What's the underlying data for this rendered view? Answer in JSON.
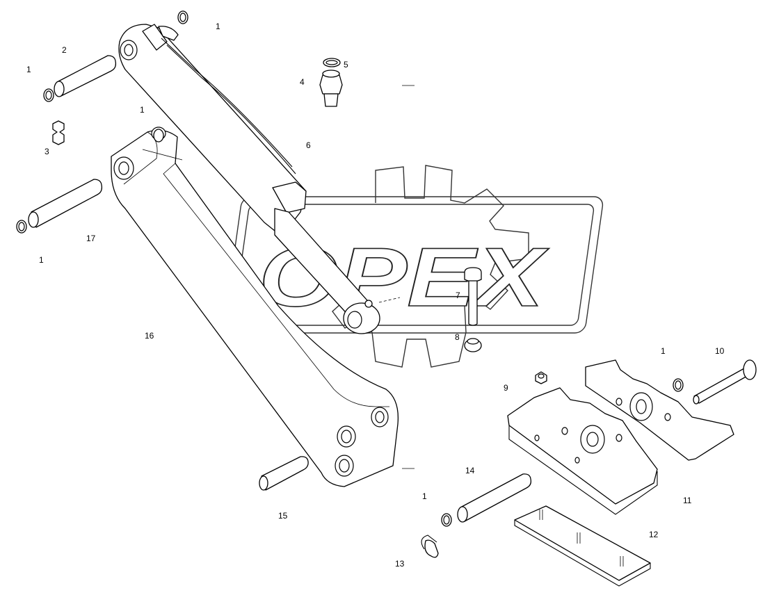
{
  "watermark": {
    "text": "OPEX"
  },
  "callouts": [
    {
      "id": "c1a",
      "text": "1"
    },
    {
      "id": "c2",
      "text": "2"
    },
    {
      "id": "c1b",
      "text": "1"
    },
    {
      "id": "c5",
      "text": "5"
    },
    {
      "id": "c4",
      "text": "4"
    },
    {
      "id": "c1c",
      "text": "1"
    },
    {
      "id": "c3",
      "text": "3"
    },
    {
      "id": "c6",
      "text": "6"
    },
    {
      "id": "c17",
      "text": "17"
    },
    {
      "id": "c1d",
      "text": "1"
    },
    {
      "id": "c7",
      "text": "7"
    },
    {
      "id": "c16",
      "text": "16"
    },
    {
      "id": "c8",
      "text": "8"
    },
    {
      "id": "c1e",
      "text": "1"
    },
    {
      "id": "c10",
      "text": "10"
    },
    {
      "id": "c9",
      "text": "9"
    },
    {
      "id": "c14",
      "text": "14"
    },
    {
      "id": "c1f",
      "text": "1"
    },
    {
      "id": "c11",
      "text": "11"
    },
    {
      "id": "c15",
      "text": "15"
    },
    {
      "id": "c12",
      "text": "12"
    },
    {
      "id": "c13",
      "text": "13"
    }
  ]
}
